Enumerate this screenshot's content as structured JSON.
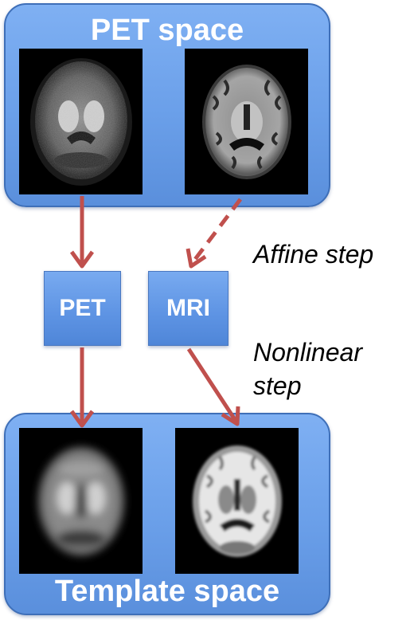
{
  "panels": {
    "top_title": "PET space",
    "bottom_title": "Template space"
  },
  "boxes": {
    "pet": "PET",
    "mri": "MRI"
  },
  "steps": {
    "affine": "Affine step",
    "nonlinear_line1": "Nonlinear",
    "nonlinear_line2": "step"
  },
  "colors": {
    "arrow": "#c0504d",
    "panel": "#6a9fe9",
    "panel_border": "#3e6fb8",
    "box": "#5d93e3"
  }
}
